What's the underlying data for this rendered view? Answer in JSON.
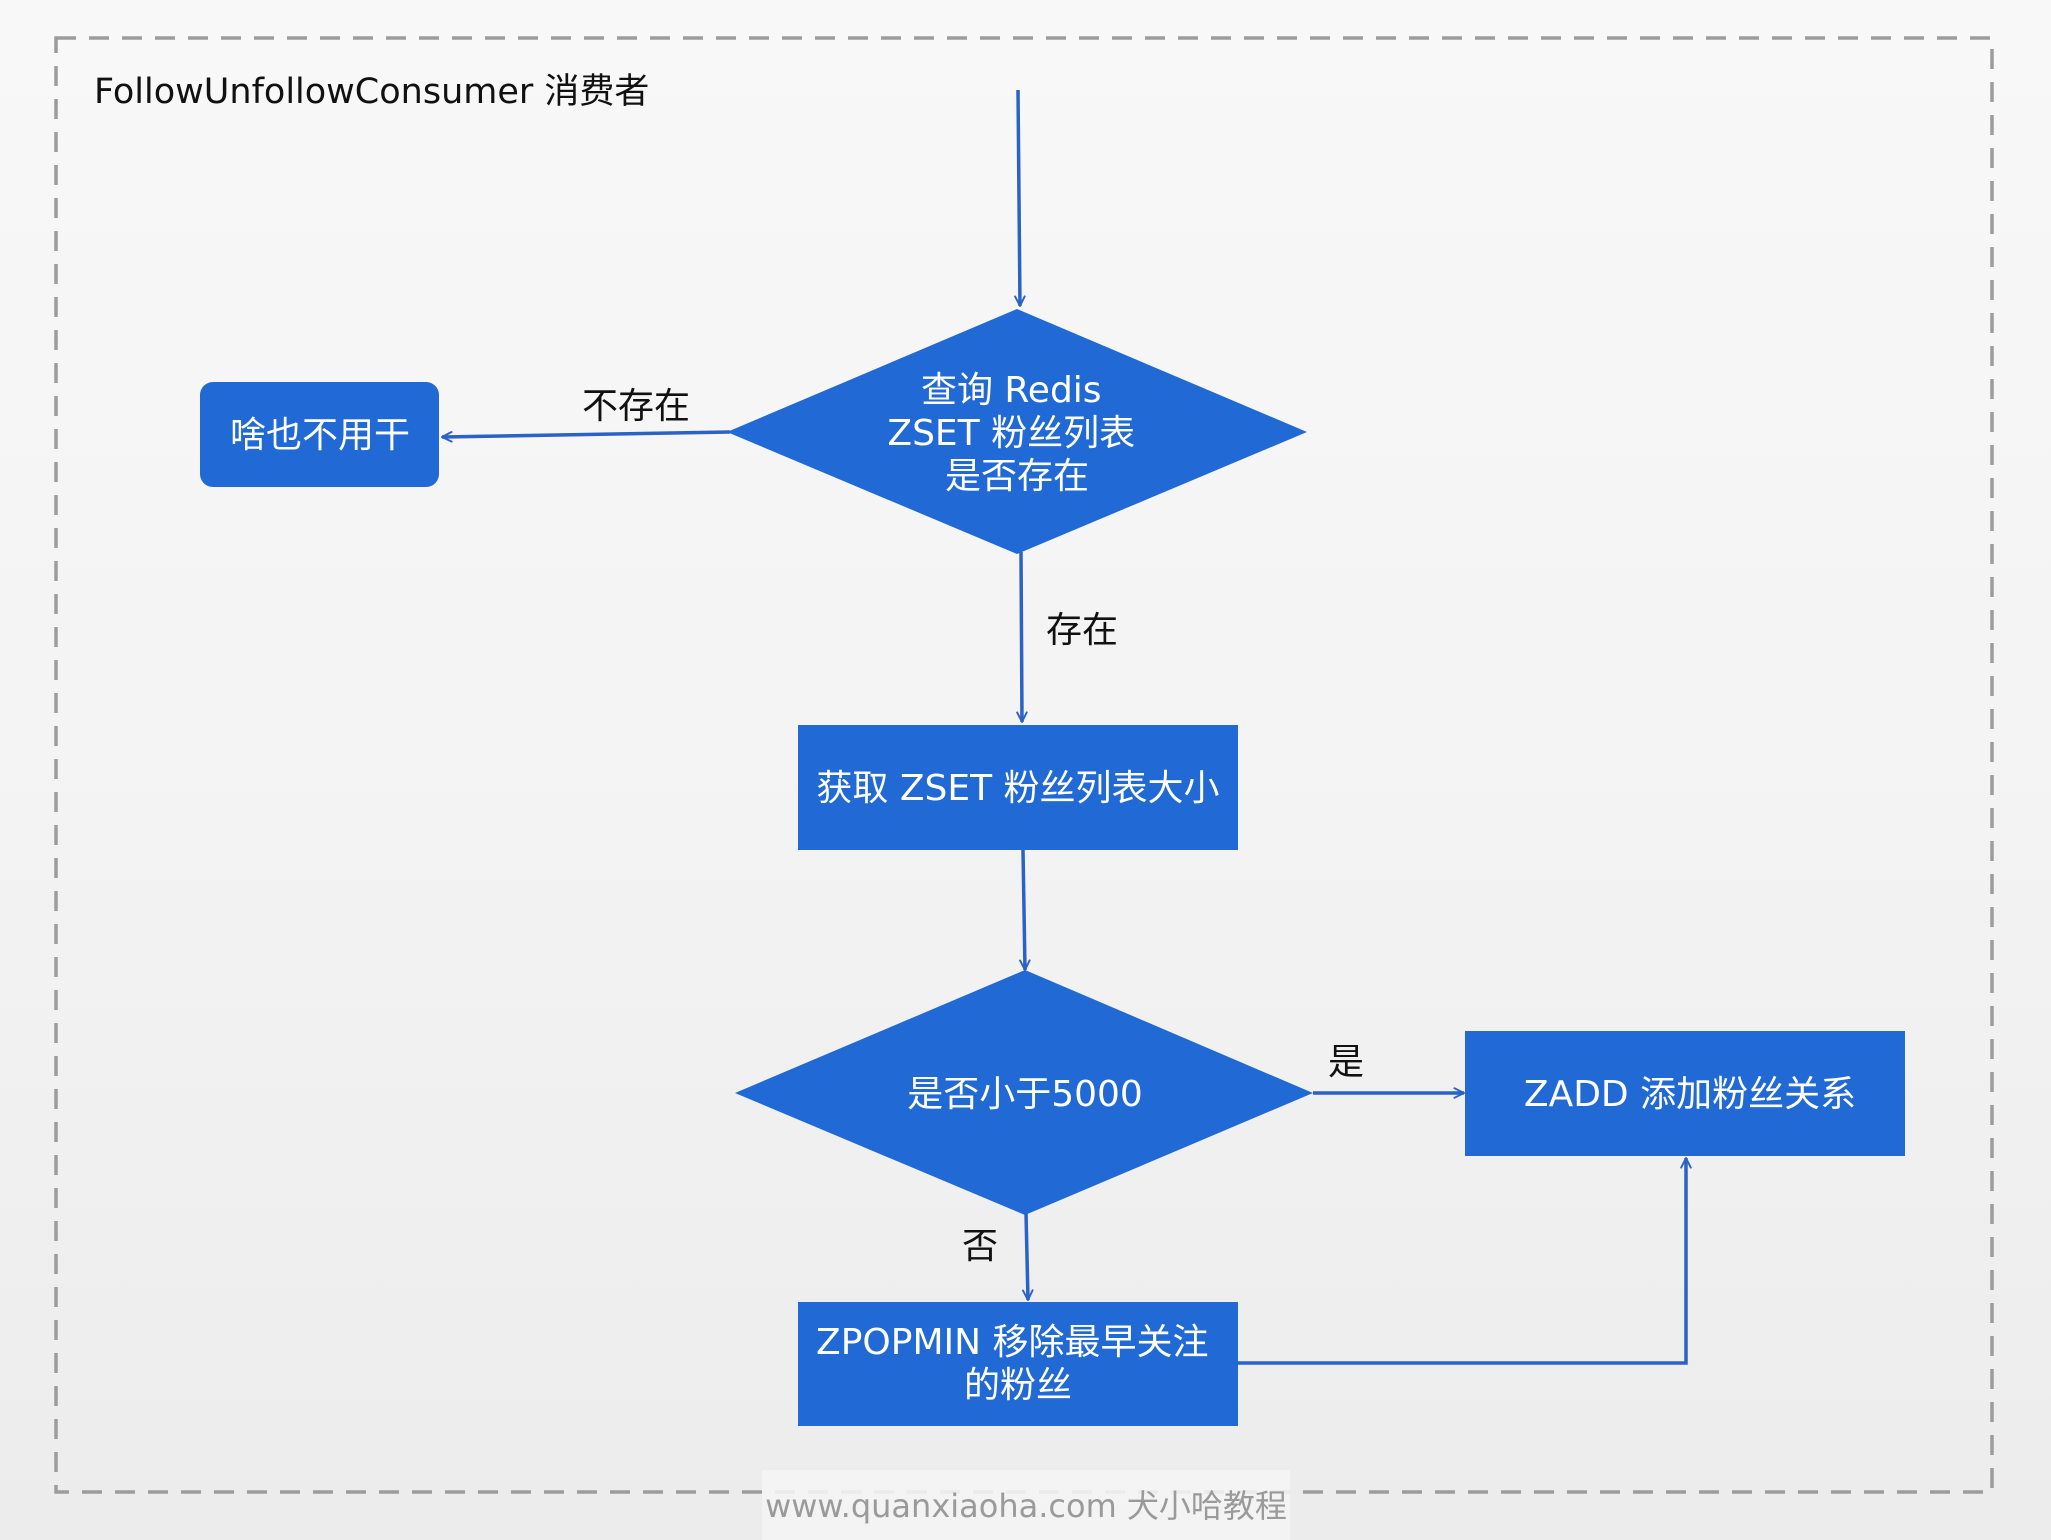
{
  "container": {
    "title": "FollowUnfollowConsumer 消费者"
  },
  "nodes": {
    "query_redis": {
      "lines": [
        "查询 Redis",
        "ZSET 粉丝列表",
        "是否存在"
      ]
    },
    "do_nothing": {
      "lines": [
        "啥也不用干"
      ]
    },
    "get_size": {
      "lines": [
        "获取 ZSET 粉丝列表大小"
      ]
    },
    "less_than": {
      "lines": [
        "是否小于5000"
      ]
    },
    "zadd": {
      "lines": [
        "ZADD 添加粉丝关系"
      ]
    },
    "zpopmin": {
      "lines": [
        "ZPOPMIN 移除最早关注",
        "的粉丝"
      ]
    }
  },
  "edges": {
    "not_exist": "不存在",
    "exist": "存在",
    "yes": "是",
    "no": "否"
  },
  "colors": {
    "node_fill": "#2169d4",
    "edge_stroke": "#2a62c6",
    "border_dash": "#9c9c9c"
  },
  "watermark": "www.quanxiaoha.com 犬小哈教程"
}
